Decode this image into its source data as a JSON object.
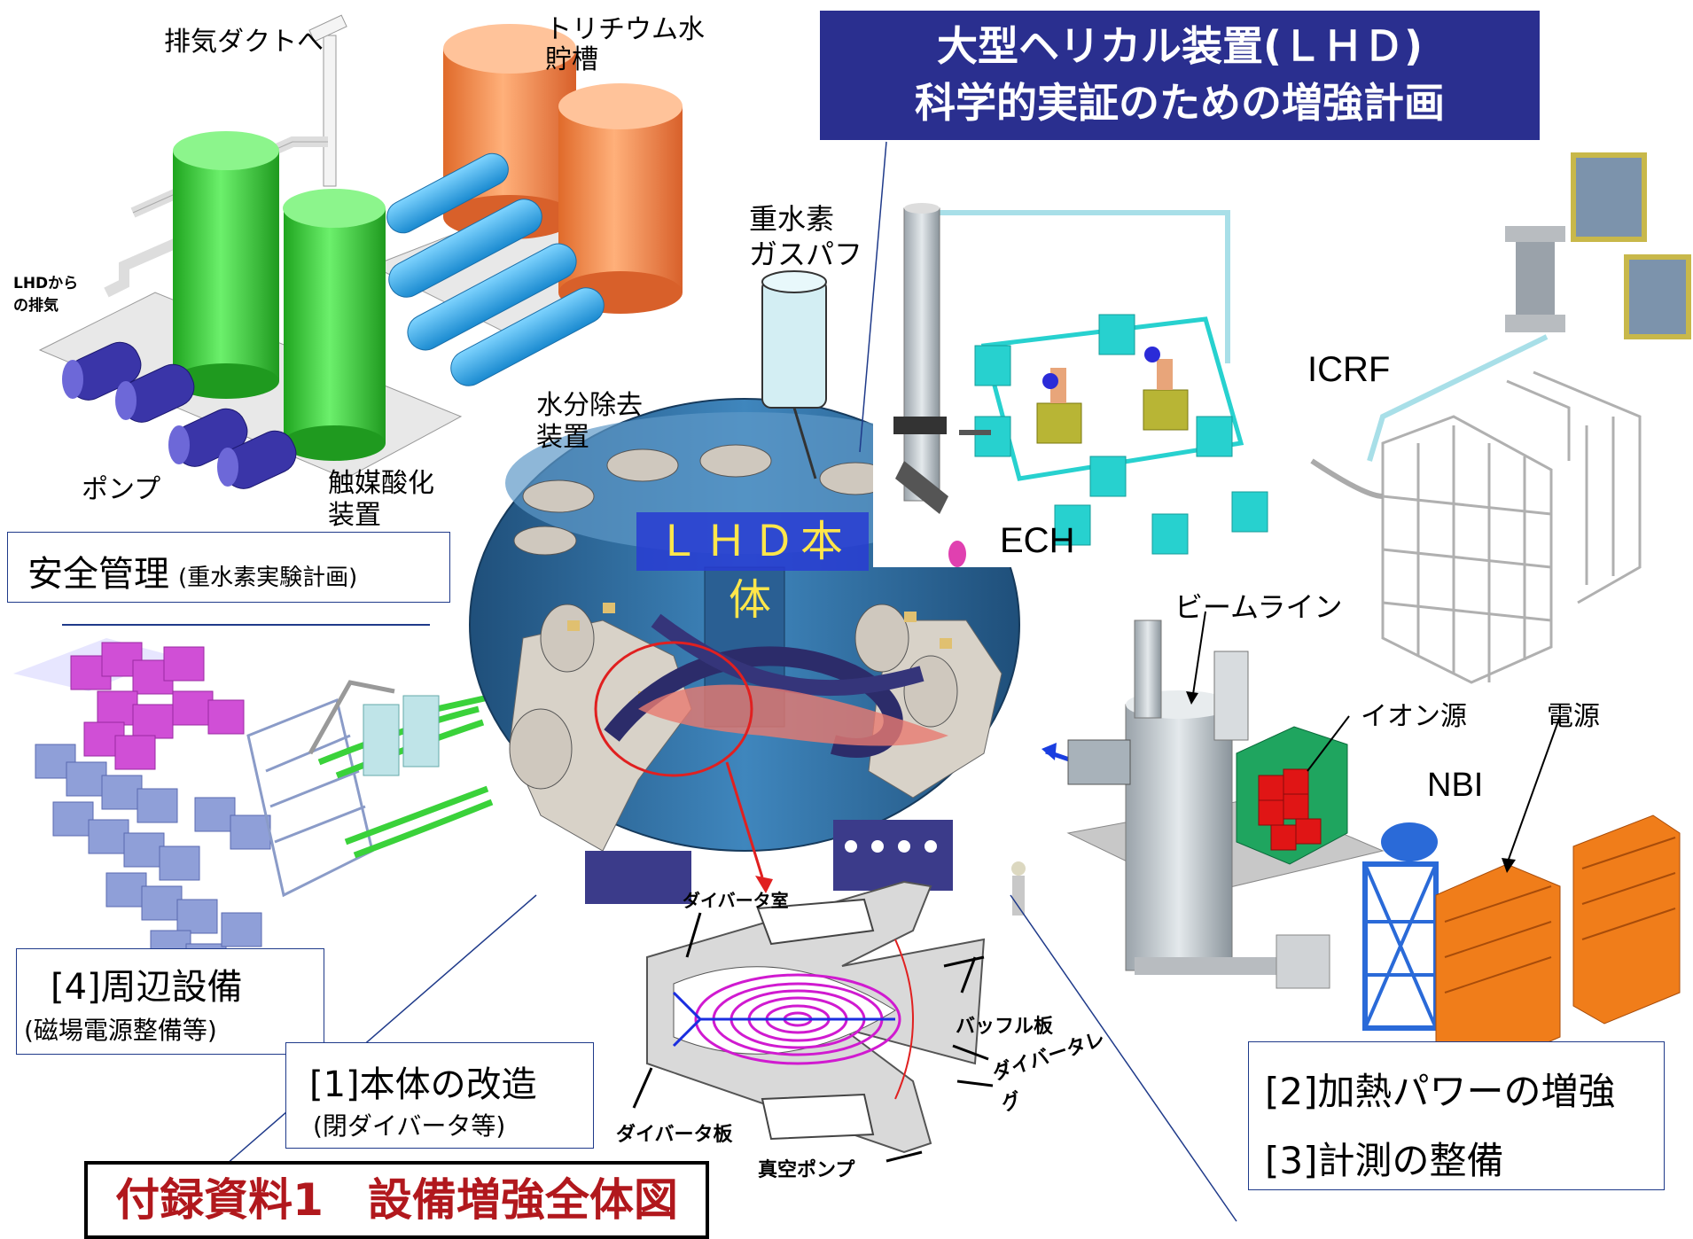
{
  "title": {
    "line1": "大型ヘリカル装置(ＬＨＤ)",
    "line2": "科学的実証のための増強計画"
  },
  "appendix_title": "付録資料1　設備増強全体図",
  "labels": {
    "exhaust_duct": "排気ダクトへ",
    "tritium_tank_1": "トリチウム水",
    "tritium_tank_2": "貯槽",
    "lhd_exhaust_1": "LHDから",
    "lhd_exhaust_2": "の排気",
    "water_removal_1": "水分除去",
    "water_removal_2": "装置",
    "pump": "ポンプ",
    "catalyst_1": "触媒酸化",
    "catalyst_2": "装置",
    "deuterium_1": "重水素",
    "deuterium_2": "ガスパフ",
    "icrf": "ICRF",
    "ech": "ECH",
    "lhd_body": "ＬＨＤ本体",
    "beamline": "ビームライン",
    "ion_source": "イオン源",
    "power_supply": "電源",
    "nbi": "NBI",
    "divertor_room": "ダイバータ室",
    "baffle_plate": "バッフル板",
    "divertor_leg_1": "ダイバータレ",
    "divertor_leg_2": "グ",
    "divertor_plate": "ダイバータ板",
    "vacuum_pump": "真空ポンプ"
  },
  "callouts": {
    "safety_main": "安全管理",
    "safety_sub": "(重水素実験計画)",
    "peripheral_main": "[4]周辺設備",
    "peripheral_sub": "(磁場電源整備等)",
    "body_main": "[1]本体の改造",
    "body_sub": "(閉ダイバータ等)",
    "heating": "[2]加熱パワーの増強",
    "measurement": "[3]計測の整備"
  },
  "colors": {
    "title_bg": "#2a2f8f",
    "appendix_text": "#b1181d",
    "tank_green": "#3bd23b",
    "tank_orange": "#f08a4a",
    "pipe_blue": "#2aa7e8",
    "pump_purple": "#3a35a8",
    "vessel_blue": "#2f6a9a",
    "ech_cyan": "#27d1cf",
    "nbi_orange": "#f07d1a",
    "ion_source_red": "#e01515",
    "callout_border": "#1f3a8a"
  }
}
